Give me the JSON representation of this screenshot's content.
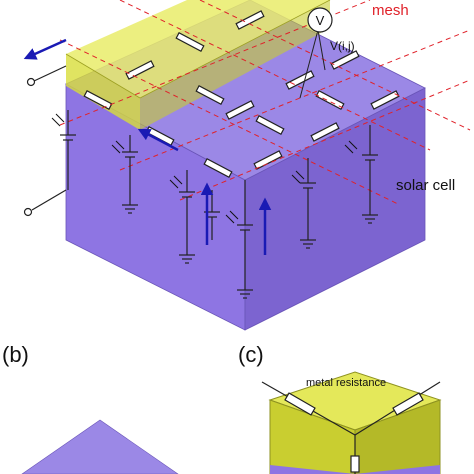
{
  "labels": {
    "mesh": "mesh",
    "voltmeter": "V",
    "node_voltage": "V(i,j)",
    "solar_cell": "solar cell",
    "panel_b": "(b)",
    "panel_c": "(c)",
    "metal_resistance": "metal resistance"
  },
  "colors": {
    "cell_top": "#9b88e6",
    "cell_front": "#8e75e3",
    "cell_side": "#7c64d0",
    "metal": "#d8dd3a",
    "mesh_line": "#e0222a",
    "arrow": "#1a1ab4",
    "wire": "#222222"
  }
}
